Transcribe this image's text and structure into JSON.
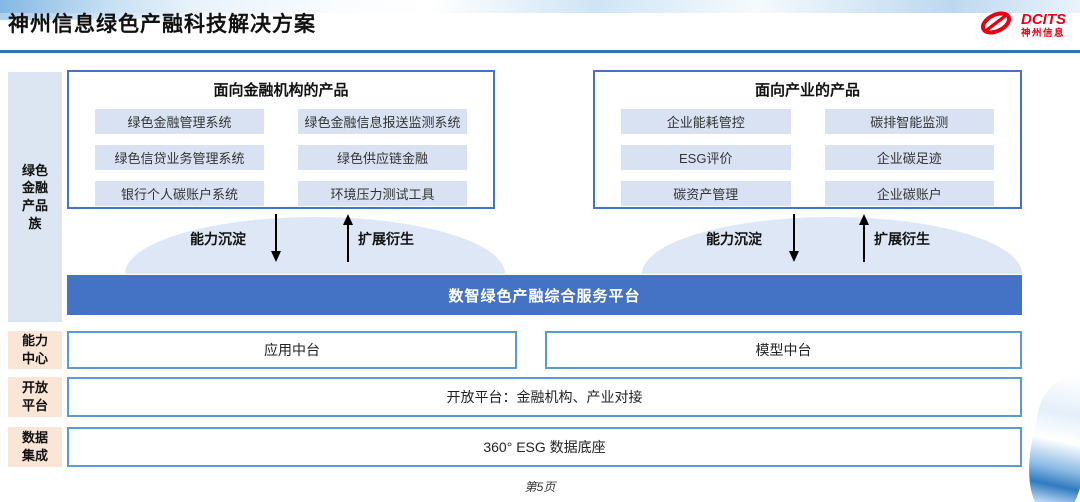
{
  "header": {
    "title": "神州信息绿色产融科技解决方案",
    "logo_brand": "DCITS",
    "logo_brand_cn": "神州信息"
  },
  "sidebar": {
    "items": [
      {
        "label": "绿色金融产品族"
      },
      {
        "label": "能力中心"
      },
      {
        "label": "开放平台"
      },
      {
        "label": "数据集成"
      }
    ]
  },
  "products": [
    {
      "title": "面向金融机构的产品",
      "items": [
        "绿色金融管理系统",
        "绿色金融信息报送监测系统",
        "绿色信贷业务管理系统",
        "绿色供应链金融",
        "银行个人碳账户系统",
        "环境压力测试工具"
      ]
    },
    {
      "title": "面向产业的产品",
      "items": [
        "企业能耗管控",
        "碳排智能监测",
        "ESG评价",
        "企业碳足迹",
        "碳资产管理",
        "企业碳账户"
      ]
    }
  ],
  "flow": {
    "down_label": "能力沉淀",
    "up_label": "扩展衍生"
  },
  "platform": {
    "label": "数智绿色产融综合服务平台"
  },
  "middle": {
    "left": "应用中台",
    "right": "模型中台"
  },
  "open_platform": {
    "label": "开放平台：金融机构、产业对接"
  },
  "data_base": {
    "label": "360° ESG 数据底座"
  },
  "footer": {
    "page": "第5页"
  },
  "colors": {
    "platform_blue": "#4472c4",
    "product_box_border": "#4472c4",
    "row_border": "#5b9bd5",
    "item_bg": "#d9e2f3",
    "sidebar_blue": "#dce6f2",
    "sidebar_orange": "#fbe5d6",
    "divider_blue": "#2e75b6",
    "logo_red": "#e60012",
    "dome_blue": "#dde7f5"
  }
}
